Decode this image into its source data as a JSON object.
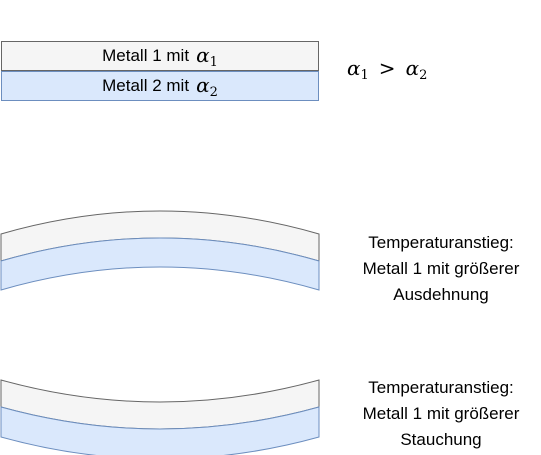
{
  "initial_state": {
    "layer_top": {
      "label": "Metall 1 mit",
      "symbol": "α",
      "subscript": "1",
      "fill": "#f5f5f5"
    },
    "layer_bottom": {
      "label": "Metall 2 mit",
      "symbol": "α",
      "subscript": "2",
      "fill": "#dae8fc"
    },
    "relation": {
      "left_symbol": "α",
      "left_subscript": "1",
      "operator": ">",
      "right_symbol": "α",
      "right_subscript": "2"
    }
  },
  "scenarios": [
    {
      "lines": [
        "Temperaturanstieg:",
        "Metall 1 mit größerer",
        "Ausdehnung"
      ]
    },
    {
      "lines": [
        "Temperaturanstieg:",
        "Metall 1 mit größerer",
        "Stauchung"
      ]
    }
  ],
  "colors": {
    "metal_1": "#f5f5f5",
    "metal_2": "#dae8fc",
    "stroke_metal_1": "#666666",
    "stroke_metal_2": "#6c8ebf"
  }
}
